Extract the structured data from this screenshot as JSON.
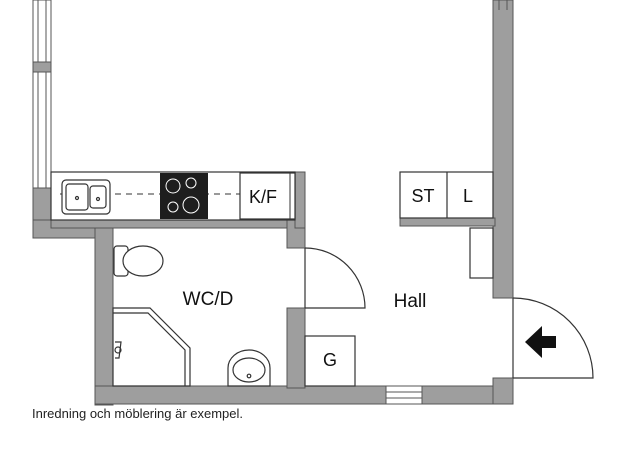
{
  "rooms": {
    "kitchen": "K/F",
    "bathroom": "WC/D",
    "hall": "Hall"
  },
  "fixtures": {
    "storage": "ST",
    "linen": "L",
    "wardrobe": "G"
  },
  "note": "Inredning och möblering är exempel.",
  "colors": {
    "wall": "#9e9e9e",
    "wall_edge": "#555555",
    "line": "#333333",
    "cooktop": "#1e1e1e"
  }
}
